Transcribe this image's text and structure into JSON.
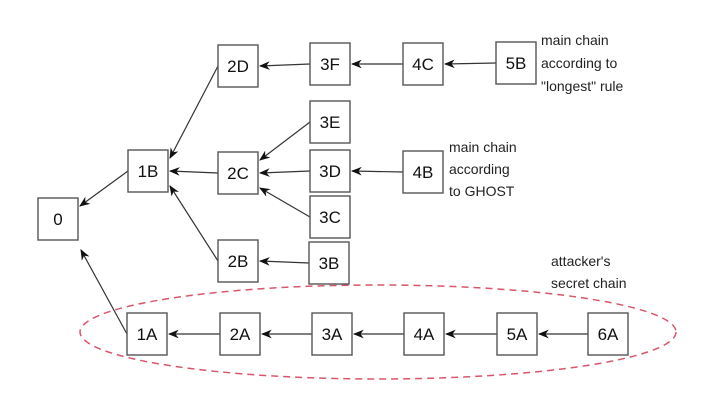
{
  "blocks": {
    "b0": "0",
    "b1B": "1B",
    "b2D": "2D",
    "b2C": "2C",
    "b2B": "2B",
    "b3F": "3F",
    "b3E": "3E",
    "b3D": "3D",
    "b3C": "3C",
    "b3B": "3B",
    "b4C": "4C",
    "b5B": "5B",
    "b4B": "4B",
    "b1A": "1A",
    "b2A": "2A",
    "b3A": "3A",
    "b4A": "4A",
    "b5A": "5A",
    "b6A": "6A"
  },
  "edges": [
    [
      "1B",
      "0"
    ],
    [
      "1A",
      "0"
    ],
    [
      "2D",
      "1B"
    ],
    [
      "2C",
      "1B"
    ],
    [
      "2B",
      "1B"
    ],
    [
      "3F",
      "2D"
    ],
    [
      "4C",
      "3F"
    ],
    [
      "5B",
      "4C"
    ],
    [
      "3E",
      "2C"
    ],
    [
      "3D",
      "2C"
    ],
    [
      "3C",
      "2C"
    ],
    [
      "4B",
      "3D"
    ],
    [
      "3B",
      "2B"
    ],
    [
      "2A",
      "1A"
    ],
    [
      "3A",
      "2A"
    ],
    [
      "4A",
      "3A"
    ],
    [
      "5A",
      "4A"
    ],
    [
      "6A",
      "5A"
    ]
  ],
  "notes": {
    "longest": [
      "main chain",
      "according to",
      "\"longest\" rule"
    ],
    "ghost": [
      "main chain",
      "according",
      "to GHOST"
    ],
    "attacker": [
      "attacker's",
      "secret chain"
    ]
  },
  "colors": {
    "secret_chain_outline": "#d9566a",
    "block_border": "#555555"
  }
}
